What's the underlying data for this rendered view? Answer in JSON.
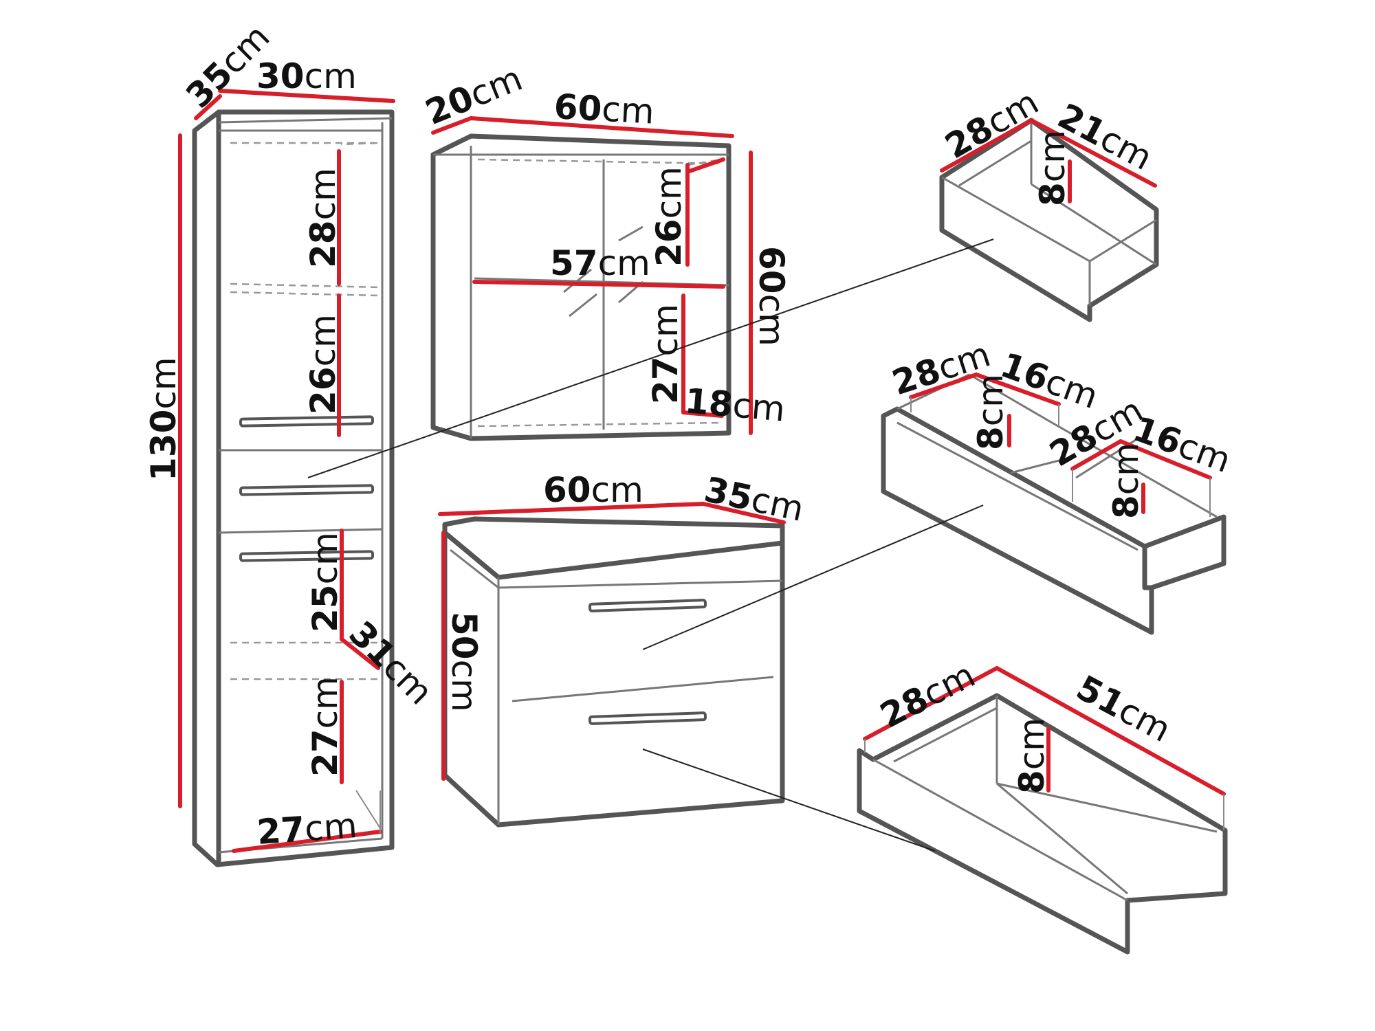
{
  "labels": {
    "tall_depth": "35",
    "tall_width": "30",
    "tall_height": "130",
    "tall_shelf1": "28",
    "tall_shelf2": "26",
    "tall_shelf3": "25",
    "tall_shelf3_depth": "31",
    "tall_shelf4": "27",
    "tall_inner_width": "27",
    "wall_depth": "20",
    "wall_width": "60",
    "wall_height": "60",
    "wall_inner_width": "57",
    "wall_upper": "26",
    "wall_lower": "27",
    "wall_inner_depth": "18",
    "vanity_width": "60",
    "vanity_depth": "35",
    "vanity_height": "50",
    "drawer_a_width": "28",
    "drawer_a_depth": "21",
    "drawer_a_height": "8",
    "drawer_b_width1": "28",
    "drawer_b_depth1": "16",
    "drawer_b_height1": "8",
    "drawer_b_width2": "28",
    "drawer_b_depth2": "16",
    "drawer_b_height2": "8",
    "drawer_c_width": "28",
    "drawer_c_depth": "51",
    "drawer_c_height": "8"
  },
  "unit": "cm"
}
